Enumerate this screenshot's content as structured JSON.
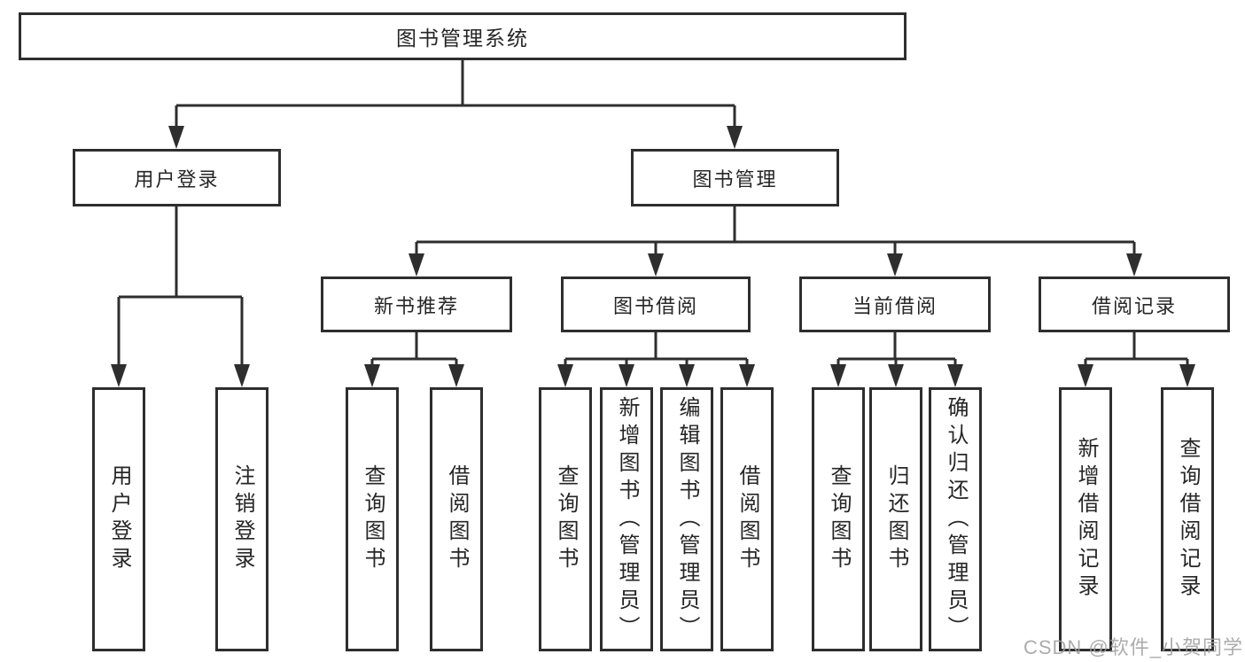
{
  "tree": {
    "root": {
      "label": "图书管理系统"
    },
    "login": {
      "label": "用户登录",
      "children": [
        {
          "label": "用户登录"
        },
        {
          "label": "注销登录"
        }
      ]
    },
    "management": {
      "label": "图书管理",
      "sections": [
        {
          "label": "新书推荐",
          "children": [
            {
              "label": "查询图书"
            },
            {
              "label": "借阅图书"
            }
          ]
        },
        {
          "label": "图书借阅",
          "children": [
            {
              "label": "查询图书"
            },
            {
              "label": "新增图书（管理员）"
            },
            {
              "label": "编辑图书（管理员）"
            },
            {
              "label": "借阅图书"
            }
          ]
        },
        {
          "label": "当前借阅",
          "children": [
            {
              "label": "查询图书"
            },
            {
              "label": "归还图书"
            },
            {
              "label": "确认归还（管理员）"
            }
          ]
        },
        {
          "label": "借阅记录",
          "children": [
            {
              "label": "新增借阅记录"
            },
            {
              "label": "查询借阅记录"
            }
          ]
        }
      ]
    }
  },
  "watermark": {
    "text": "CSDN @软件_小贺同学"
  },
  "colors": {
    "line": "#2e2e2e",
    "text": "#262626",
    "background": "#ffffff",
    "watermark": "#9e9e9e"
  }
}
